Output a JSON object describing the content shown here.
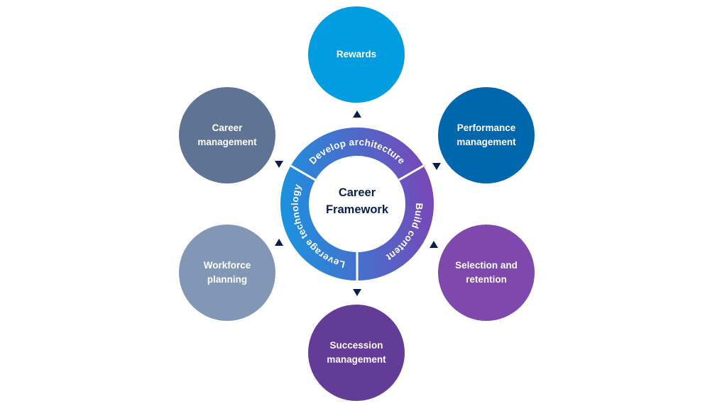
{
  "diagram": {
    "center": {
      "line1": "Career",
      "line2": "Framework",
      "color": "#0b1f4d"
    },
    "ring": {
      "gradient_start": "#1a93df",
      "gradient_end": "#7a46b6",
      "segments": [
        {
          "label": "Develop architecture"
        },
        {
          "label": "Build content"
        },
        {
          "label": "Leverage technology"
        }
      ]
    },
    "nodes": [
      {
        "id": "rewards",
        "line1": "Rewards",
        "line2": "",
        "color": "#029de0"
      },
      {
        "id": "performance",
        "line1": "Performance",
        "line2": "management",
        "color": "#0067ac"
      },
      {
        "id": "selection",
        "line1": "Selection and",
        "line2": "retention",
        "color": "#7f48ad"
      },
      {
        "id": "succession",
        "line1": "Succession",
        "line2": "management",
        "color": "#623c96"
      },
      {
        "id": "workforce",
        "line1": "Workforce",
        "line2": "planning",
        "color": "#8197b5"
      },
      {
        "id": "career",
        "line1": "Career",
        "line2": "management",
        "color": "#5f7495"
      }
    ],
    "arrows": [
      {
        "direction": "up",
        "points_to": "Rewards"
      },
      {
        "direction": "down",
        "points_from": "Performance management"
      },
      {
        "direction": "up",
        "points_to": "Selection and retention"
      },
      {
        "direction": "down",
        "points_to": "Succession management"
      },
      {
        "direction": "up",
        "points_to": "Workforce planning"
      },
      {
        "direction": "down",
        "points_from": "Career management"
      }
    ]
  }
}
